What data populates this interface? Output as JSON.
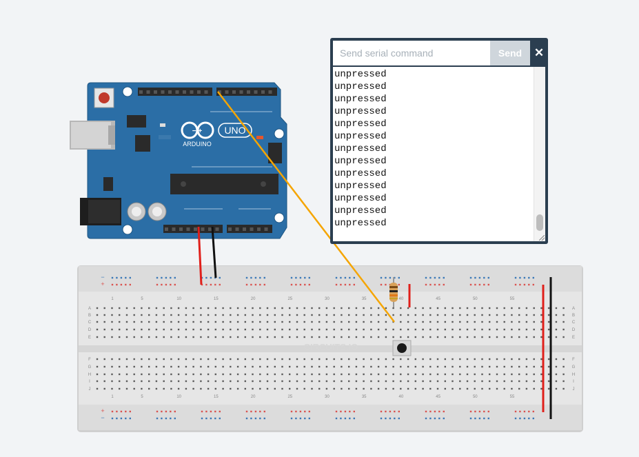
{
  "serial_monitor": {
    "placeholder": "Send serial command",
    "send_label": "Send",
    "close_glyph": "✕",
    "lines": [
      "unpressed",
      "unpressed",
      "unpressed",
      "unpressed",
      "unpressed",
      "unpressed",
      "unpressed",
      "unpressed",
      "unpressed",
      "unpressed",
      "unpressed",
      "unpressed",
      "unpressed"
    ]
  },
  "arduino": {
    "brand": "ARDUINO",
    "model": "UNO",
    "logo_symbols": "− +"
  },
  "breadboard": {
    "watermark": "CIRCUITS.IO",
    "column_numbers": [
      "1",
      "5",
      "10",
      "15",
      "20",
      "25",
      "30",
      "35",
      "40",
      "45",
      "50",
      "55"
    ],
    "rows_top": [
      "A",
      "B",
      "C",
      "D",
      "E"
    ],
    "rows_bottom": [
      "F",
      "G",
      "H",
      "I",
      "J"
    ],
    "rail_minus": "−",
    "rail_plus": "+"
  },
  "colors": {
    "background": "#f2f4f6",
    "arduino_blue": "#2b6ea6",
    "serial_frame": "#2b3e50",
    "wire_red": "#e0201b",
    "wire_black": "#111111",
    "wire_orange": "#f5a500"
  }
}
